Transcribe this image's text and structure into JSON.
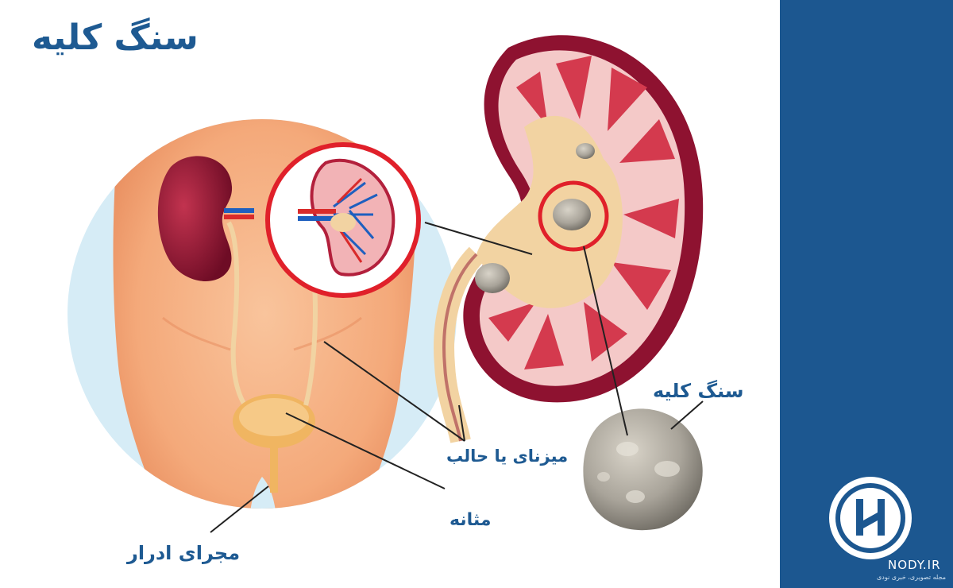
{
  "title": "سنگ کلیه",
  "labels": {
    "kidney_stone": "سنگ کلیه",
    "ureter": "میزنای یا حالب",
    "bladder": "مثانه",
    "urethra": "مجرای ادرار"
  },
  "logo": {
    "site": "NODY.IR",
    "tagline": "مجله تصویری، خبری نودی"
  },
  "colors": {
    "title_blue": "#1e5a92",
    "side_panel": "#1c5790",
    "highlight_red": "#e0202a",
    "skin": "#f4a97a",
    "kidney_dark": "#8e1230",
    "kidney_inner": "#f4c9c8",
    "pelvis": "#f2d3a2",
    "stone": "#a9a49a"
  }
}
